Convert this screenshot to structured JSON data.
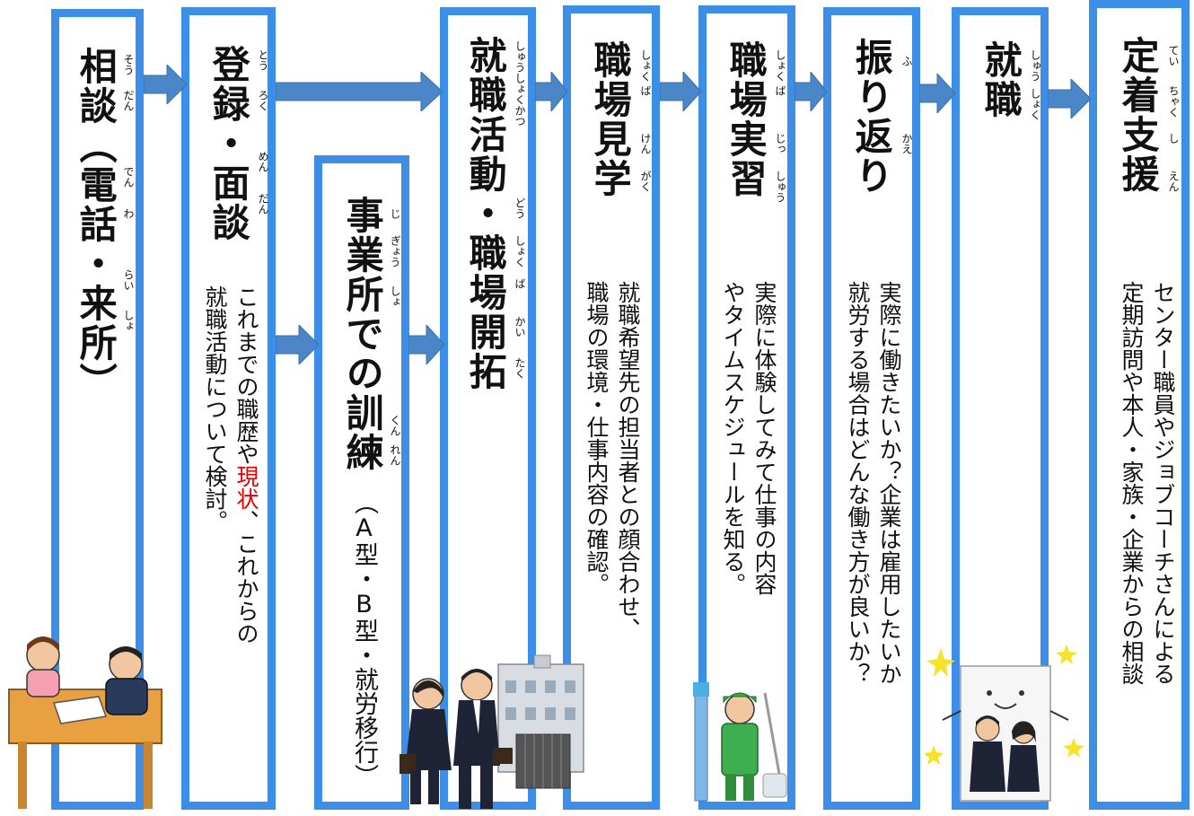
{
  "steps": {
    "soudan": {
      "title": "相談（電話・来所）",
      "ruby": [
        "そう",
        "だん",
        "でん",
        "わ",
        "らい",
        "しょ"
      ]
    },
    "touroku": {
      "title": "登録・面談",
      "ruby": [
        "とう",
        "ろく",
        "めん",
        "だん"
      ],
      "desc_line1": "これまでの職歴や",
      "desc_red": "現状",
      "desc_line1_end": "、これからの",
      "desc_line2": "就職活動について検討。"
    },
    "kunren": {
      "title": "事業所での訓練",
      "ruby": [
        "じ",
        "ぎょう",
        "しょ",
        "くん",
        "れん"
      ],
      "sub": "（A型・B型・就労移行）"
    },
    "katsudou": {
      "title_line1": "就職活動・職場開拓",
      "ruby": [
        "しゅうしょくかつ",
        "どう",
        "しょく",
        "ば",
        "かい",
        "たく"
      ]
    },
    "kengaku": {
      "title": "職場見学",
      "ruby": [
        "しょく",
        "ば",
        "けん",
        "がく"
      ],
      "desc_line1": "就職希望先の担当者との顔合わせ、",
      "desc_line2": "職場の環境・仕事内容の確認。"
    },
    "jisshu": {
      "title": "職場実習",
      "ruby": [
        "しょく",
        "ば",
        "じっ",
        "しゅう"
      ],
      "desc_line1": "実際に体験してみて仕事の内容",
      "desc_line2": "やタイムスケジュールを知る。"
    },
    "furikaeri": {
      "title": "振り返り",
      "ruby": [
        "ふ",
        "かえ"
      ],
      "desc_line1": "実際に働きたいか？企業は雇用したいか",
      "desc_line2": "就労する場合はどんな働き方が良いか？"
    },
    "shushoku": {
      "title": "就職",
      "ruby": [
        "しゅう",
        "しょく"
      ]
    },
    "teichaku": {
      "title": "定着支援",
      "ruby": [
        "てい",
        "ちゃく",
        "し",
        "えん"
      ],
      "desc_line1": "センター職員やジョブコーチさんによる",
      "desc_line2": "定期訪問や本人・家族・企業からの相談"
    }
  },
  "colors": {
    "border": "#3d8ee6",
    "arrow": "#4a86c8",
    "highlight": "#e60000"
  }
}
